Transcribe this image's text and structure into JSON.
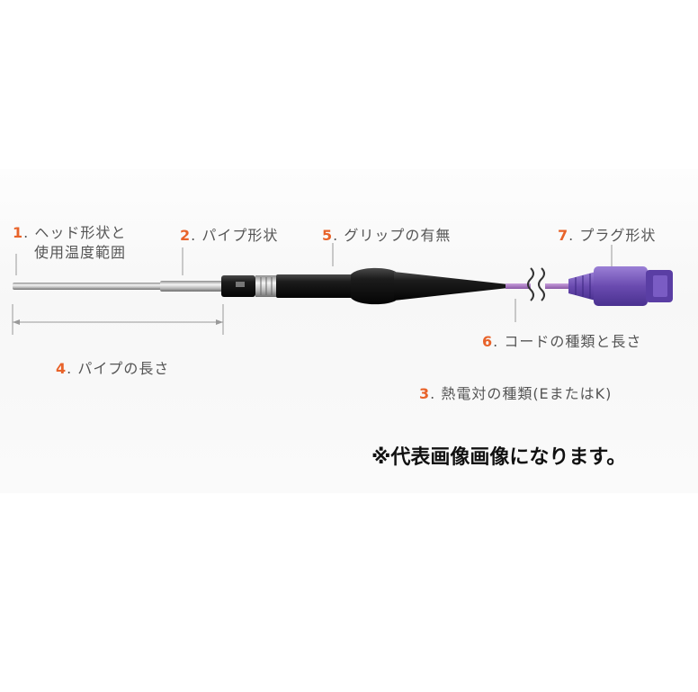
{
  "labels": [
    {
      "id": "head-shape",
      "num": "1",
      "text": ". ヘッド形状と",
      "text2": "使用温度範囲"
    },
    {
      "id": "pipe-shape",
      "num": "2",
      "text": ". パイプ形状"
    },
    {
      "id": "grip",
      "num": "5",
      "text": ". グリップの有無"
    },
    {
      "id": "plug-shape",
      "num": "7",
      "text": ". プラグ形状"
    },
    {
      "id": "pipe-length",
      "num": "4",
      "text": ". パイプの長さ"
    },
    {
      "id": "cord-type",
      "num": "6",
      "text": ". コードの種類と長さ"
    },
    {
      "id": "thermocouple-type",
      "num": "3",
      "text": ". 熱電対の種類(EまたはK)"
    }
  ],
  "note": "※代表画像画像になります。",
  "colors": {
    "number_accent": "#e8632a",
    "label_text": "#555555",
    "grip": "#111111",
    "cord": "#a66fbf",
    "plug": "#6a4bb0"
  }
}
